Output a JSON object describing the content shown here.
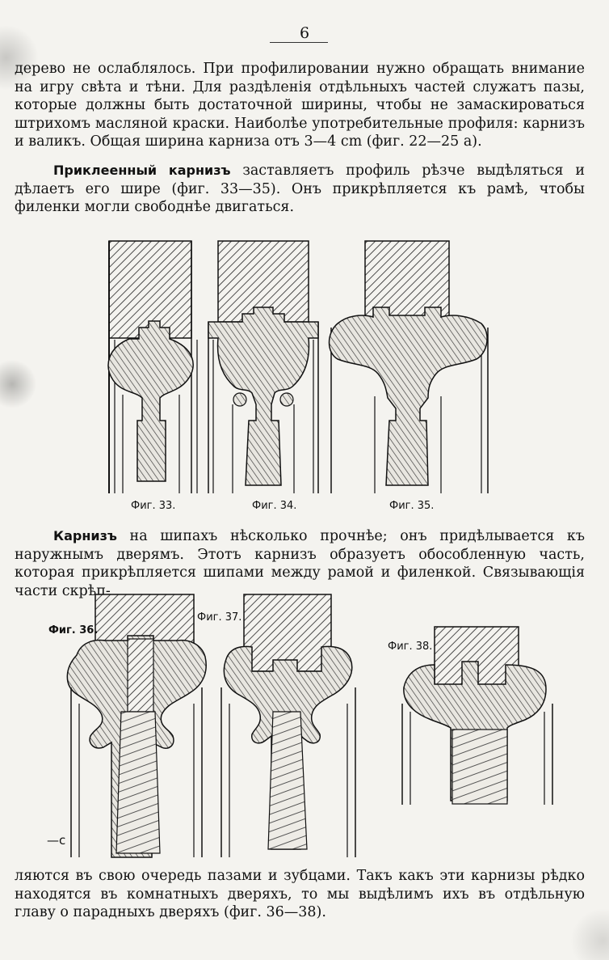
{
  "page": {
    "number": "6"
  },
  "paragraphs": {
    "p1": "дерево не ослаблялось. При профилировании нужно обращать внимание на игру свѣта и тѣни. Для раздѣленія отдѣльныхъ частей служатъ пазы, которые должны быть достаточной ширины, чтобы не замаскироваться штрихомъ масляной краски. Наиболѣе употребительные профиля: карнизъ и валикъ. Общая ширина карниза отъ 3—4 cm (фиг. 22—25 а).",
    "p2_lead": "Приклеенный карнизъ",
    "p2_rest": " заставляетъ профиль рѣзче выдѣляться и дѣлаетъ его шире (фиг. 33—35). Онъ прикрѣпляется къ рамѣ, чтобы филенки могли свободнѣе двигаться.",
    "p3_lead": "Карнизъ",
    "p3_rest": " на шипахъ нѣсколько прочнѣе; онъ придѣлывается къ наружнымъ дверямъ. Этотъ карнизъ образуетъ обособленную часть, которая прикрѣпляется шипами между рамой и филенкой. Связывающія части скрѣп-",
    "p4": "ляются въ свою очередь пазами и зубцами. Такъ какъ эти карнизы рѣдко находятся въ комнатныхъ дверяхъ, то мы выдѣлимъ ихъ въ отдѣльную главу о парадныхъ дверяхъ (фиг. 36—38)."
  },
  "figures": {
    "f33": "Фиг. 33.",
    "f34": "Фиг. 34.",
    "f35": "Фиг. 35.",
    "f36": "Фиг. 36.",
    "f37": "Фиг. 37.",
    "f38": "Фиг. 38."
  },
  "margin_marks": {
    "mark": "—c"
  }
}
